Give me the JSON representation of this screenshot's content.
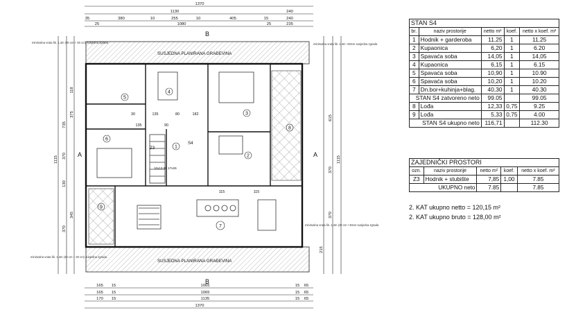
{
  "dims": {
    "top_total": "1370",
    "top_1130": "1130",
    "top_240": "240",
    "top_row2": [
      "35",
      "380",
      "10",
      "255",
      "10",
      "405",
      "15",
      "240"
    ],
    "top_row3": [
      "25",
      "1080",
      "25",
      "235"
    ],
    "bottom_row1": [
      "165",
      "15",
      "1065",
      "15",
      "65"
    ],
    "bottom_row2": [
      "165",
      "15",
      "1065",
      "15",
      "65"
    ],
    "bottom_row3": [
      "170",
      "15",
      "1135",
      "15",
      "65"
    ],
    "bottom_total": "1370",
    "left_outer": "1115",
    "left_735": "735",
    "left_segments": [
      "118",
      "375",
      "345",
      "130",
      "370",
      "370"
    ],
    "right_outer": "1115",
    "right_segments": [
      "615",
      "370",
      "370",
      "215"
    ],
    "interior": [
      "30",
      "135",
      "80",
      "182",
      "115",
      "115",
      "135",
      "90"
    ]
  },
  "plan_labels": {
    "neighbor_top": "SUSJEDNA PLANIRANA GRAĐEVINA",
    "neighbor_bottom": "SUSJEDNA PLANIRANA GRAĐEVINA",
    "section_b": "B",
    "section_a": "A",
    "unit": "S4",
    "stair_zone": "Z3",
    "stair_note": "10x16.68\n17x26",
    "rooms": [
      "1",
      "2",
      "3",
      "4",
      "5",
      "6",
      "7",
      "8",
      "9"
    ],
    "window_notes": [
      "minimalna vrata šk. 1,4m\n(90 cm + 50 cm)\nsusjedna zgrada",
      "minimalna vrata šk. 1,4m\n+50cm susjedna zgrada",
      "minimalna vrata\nšk. 1,4m (30 cm + 30 cm)\nsusjedna zgrada",
      "minimalna vrata šk.\n1,4m (30 cm +30cm\nsusjedna zgrada"
    ]
  },
  "stan": {
    "title": "STAN S4",
    "headers": [
      "br.",
      "naziv prostorije",
      "netto m²",
      "koef.",
      "netto x koef. m²"
    ],
    "rows": [
      {
        "br": "1",
        "naziv": "Hodnik + garderoba",
        "netto": "11,25",
        "koef": "1",
        "nk": "11,25"
      },
      {
        "br": "2",
        "naziv": "Kupaonica",
        "netto": "6,20",
        "koef": "1",
        "nk": "6.20"
      },
      {
        "br": "3",
        "naziv": "Spavaća soba",
        "netto": "14,05",
        "koef": "1",
        "nk": "14,05"
      },
      {
        "br": "4",
        "naziv": "Kupaonica",
        "netto": "6,15",
        "koef": "1",
        "nk": "6.15"
      },
      {
        "br": "5",
        "naziv": "Spavaća soba",
        "netto": "10,90",
        "koef": "1",
        "nk": "10.90"
      },
      {
        "br": "6",
        "naziv": "Spavaća soba",
        "netto": "10,20",
        "koef": "1",
        "nk": "10.20"
      },
      {
        "br": "7",
        "naziv": "Dn.bor+kuhinja+blag.",
        "netto": "40,30",
        "koef": "1",
        "nk": "40.30"
      }
    ],
    "zatvoreno_label": "STAN S4 zatvoreno neto",
    "zatvoreno_netto": "99.05",
    "zatvoreno_nk": "99.05",
    "rows2": [
      {
        "br": "8",
        "naziv": "Lođa",
        "netto": "12,33",
        "koef": "0,75",
        "nk": "9.25"
      },
      {
        "br": "9",
        "naziv": "Lođa",
        "netto": "5,33",
        "koef": "0,75",
        "nk": "4.00"
      }
    ],
    "ukupno_label": "STAN S4 ukupno neto",
    "ukupno_netto": "116,71",
    "ukupno_nk": "112.30"
  },
  "zajednicki": {
    "title": "ZAJEDNIČKI PROSTORI",
    "headers": [
      "ozn.",
      "naziv prostorije",
      "netto m²",
      "koef.",
      "netto x koef. m²"
    ],
    "row": {
      "ozn": "Z3",
      "naziv": "Hodnik + stubište",
      "netto": "7,85",
      "koef": "1,00",
      "nk": "7.85"
    },
    "ukupno_label": "UKUPNO neto",
    "ukupno_netto": "7.85",
    "ukupno_nk": "7.85"
  },
  "summary": {
    "netto": "2. KAT ukupno netto = 120,15 m²",
    "bruto": "2. KAT ukupno bruto = 128,00 m²"
  }
}
